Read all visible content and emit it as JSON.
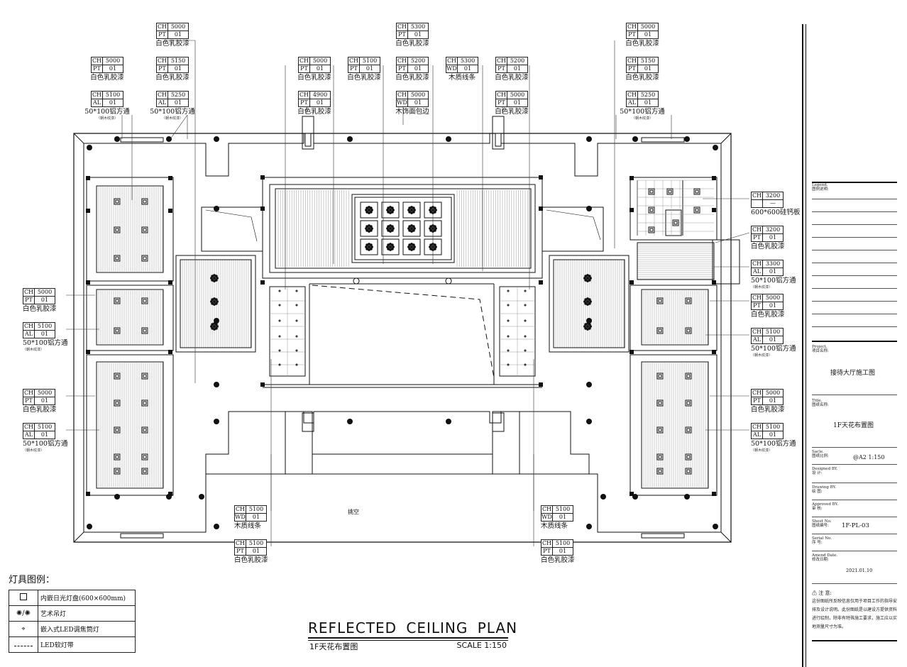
{
  "tags": [
    {
      "id": "t1",
      "ch": "5000",
      "code": "PT",
      "num": "01",
      "mat": "白色乳胶漆"
    },
    {
      "id": "t2",
      "ch": "5000",
      "code": "PT",
      "num": "01",
      "mat": "白色乳胶漆"
    },
    {
      "id": "t3",
      "ch": "5150",
      "code": "PT",
      "num": "01",
      "mat": "白色乳胶漆"
    },
    {
      "id": "t4",
      "ch": "5100",
      "code": "AL",
      "num": "01",
      "mat": "50*100铝方通",
      "sub": "（朝木纹漆）"
    },
    {
      "id": "t5",
      "ch": "5250",
      "code": "AL",
      "num": "01",
      "mat": "50*100铝方通",
      "sub": "（朝木纹漆）"
    },
    {
      "id": "t6",
      "ch": "5300",
      "code": "PT",
      "num": "01",
      "mat": "白色乳胶漆"
    },
    {
      "id": "t7",
      "ch": "5000",
      "code": "PT",
      "num": "01",
      "mat": "白色乳胶漆"
    },
    {
      "id": "t8",
      "ch": "5100",
      "code": "PT",
      "num": "01",
      "mat": "白色乳胶漆"
    },
    {
      "id": "t9",
      "ch": "5200",
      "code": "PT",
      "num": "01",
      "mat": "白色乳胶漆"
    },
    {
      "id": "t10",
      "ch": "5300",
      "code": "WD",
      "num": "01",
      "mat": "木质线条"
    },
    {
      "id": "t11",
      "ch": "5200",
      "code": "PT",
      "num": "01",
      "mat": "白色乳胶漆"
    },
    {
      "id": "t12",
      "ch": "4900",
      "code": "PT",
      "num": "01",
      "mat": "白色乳胶漆"
    },
    {
      "id": "t13",
      "ch": "5000",
      "code": "WD",
      "num": "01",
      "mat": "木饰面包边"
    },
    {
      "id": "t14",
      "ch": "5000",
      "code": "PT",
      "num": "01",
      "mat": "白色乳胶漆"
    },
    {
      "id": "t15",
      "ch": "5000",
      "code": "PT",
      "num": "01",
      "mat": "白色乳胶漆"
    },
    {
      "id": "t16",
      "ch": "5150",
      "code": "PT",
      "num": "01",
      "mat": "白色乳胶漆"
    },
    {
      "id": "t17",
      "ch": "5250",
      "code": "AL",
      "num": "01",
      "mat": "50*100铝方通",
      "sub": "（朝木纹漆）"
    },
    {
      "id": "t18",
      "ch": "5000",
      "code": "PT",
      "num": "01",
      "mat": "白色乳胶漆"
    },
    {
      "id": "t19",
      "ch": "5100",
      "code": "AL",
      "num": "01",
      "mat": "50*100铝方通",
      "sub": "（朝木纹漆）"
    },
    {
      "id": "t20",
      "ch": "5000",
      "code": "PT",
      "num": "01",
      "mat": "白色乳胶漆"
    },
    {
      "id": "t21",
      "ch": "5100",
      "code": "AL",
      "num": "01",
      "mat": "50*100铝方通",
      "sub": "（朝木纹漆）"
    },
    {
      "id": "t22",
      "ch": "3200",
      "code": "",
      "num": "—",
      "mat": "600*600硅钙板"
    },
    {
      "id": "t23",
      "ch": "3200",
      "code": "PT",
      "num": "01",
      "mat": "白色乳胶漆"
    },
    {
      "id": "t24",
      "ch": "3300",
      "code": "AL",
      "num": "01",
      "mat": "50*100铝方通",
      "sub": "（朝木纹漆）"
    },
    {
      "id": "t25",
      "ch": "5000",
      "code": "PT",
      "num": "01",
      "mat": "白色乳胶漆"
    },
    {
      "id": "t26",
      "ch": "5100",
      "code": "AL",
      "num": "01",
      "mat": "50*100铝方通",
      "sub": "（朝木纹漆）"
    },
    {
      "id": "t27",
      "ch": "5000",
      "code": "PT",
      "num": "01",
      "mat": "白色乳胶漆"
    },
    {
      "id": "t28",
      "ch": "5100",
      "code": "AL",
      "num": "01",
      "mat": "50*100铝方通",
      "sub": "（朝木纹漆）"
    },
    {
      "id": "t29",
      "ch": "5100",
      "code": "WD",
      "num": "01",
      "mat": "木质线条"
    },
    {
      "id": "t30",
      "ch": "5100",
      "code": "PT",
      "num": "01",
      "mat": "白色乳胶漆"
    },
    {
      "id": "t31",
      "ch": "5100",
      "code": "WD",
      "num": "01",
      "mat": "木质线条"
    },
    {
      "id": "t32",
      "ch": "5100",
      "code": "PT",
      "num": "01",
      "mat": "白色乳胶漆"
    }
  ],
  "tag_ch_label": "CH",
  "void_label": "挑空",
  "legend": {
    "title": "灯具图例：",
    "items": [
      {
        "icon": "square-panel-light-icon",
        "text": "内嵌日光灯盘(600×600mm)"
      },
      {
        "icon": "art-chandelier-icon",
        "text": "艺术吊灯"
      },
      {
        "icon": "led-spotlight-icon",
        "text": "嵌入式LED调焦筒灯"
      },
      {
        "icon": "led-strip-icon",
        "text": "LED软灯带"
      }
    ]
  },
  "title": {
    "main": "REFLECTED CEILING PLAN",
    "sub": "1F天花布置图",
    "scale": "SCALE 1:150"
  },
  "title_block": {
    "legend_en": "Legend.",
    "legend_cn": "图例说明:",
    "project_en": "Project.",
    "project_cn": "项目名称:",
    "project": "接待大厅施工图",
    "title_en": "Title.",
    "title_cn": "图纸名称:",
    "title": "1F天花布置图",
    "scale_en": "Sacle.",
    "scale_cn": "图纸比例:",
    "scale": "@A2   1:150",
    "designed_en": "Designed BY.",
    "designed_cn": "设    计:",
    "drawing_en": "Drawing BY.",
    "drawing_cn": "绘    图:",
    "approved_en": "Approved BY.",
    "approved_cn": "审    核:",
    "sheet_en": "Sheet No.",
    "sheet_cn": "图纸编号:",
    "sheet": "1F-PL-03",
    "serial_en": "Serial No.",
    "serial_cn": "序    号:",
    "amend_en": "Amend Date.",
    "amend_cn": "修改日期:",
    "amend": "2021.01.10",
    "note_title": "注 意:",
    "note": "这份图纸所反映信息仅用于项目工作的指导安排及设计说明。此份图纸是以建设方提供资料进行绘制，除非有特殊施工要求，施工应以实地测量尺寸为准。"
  }
}
